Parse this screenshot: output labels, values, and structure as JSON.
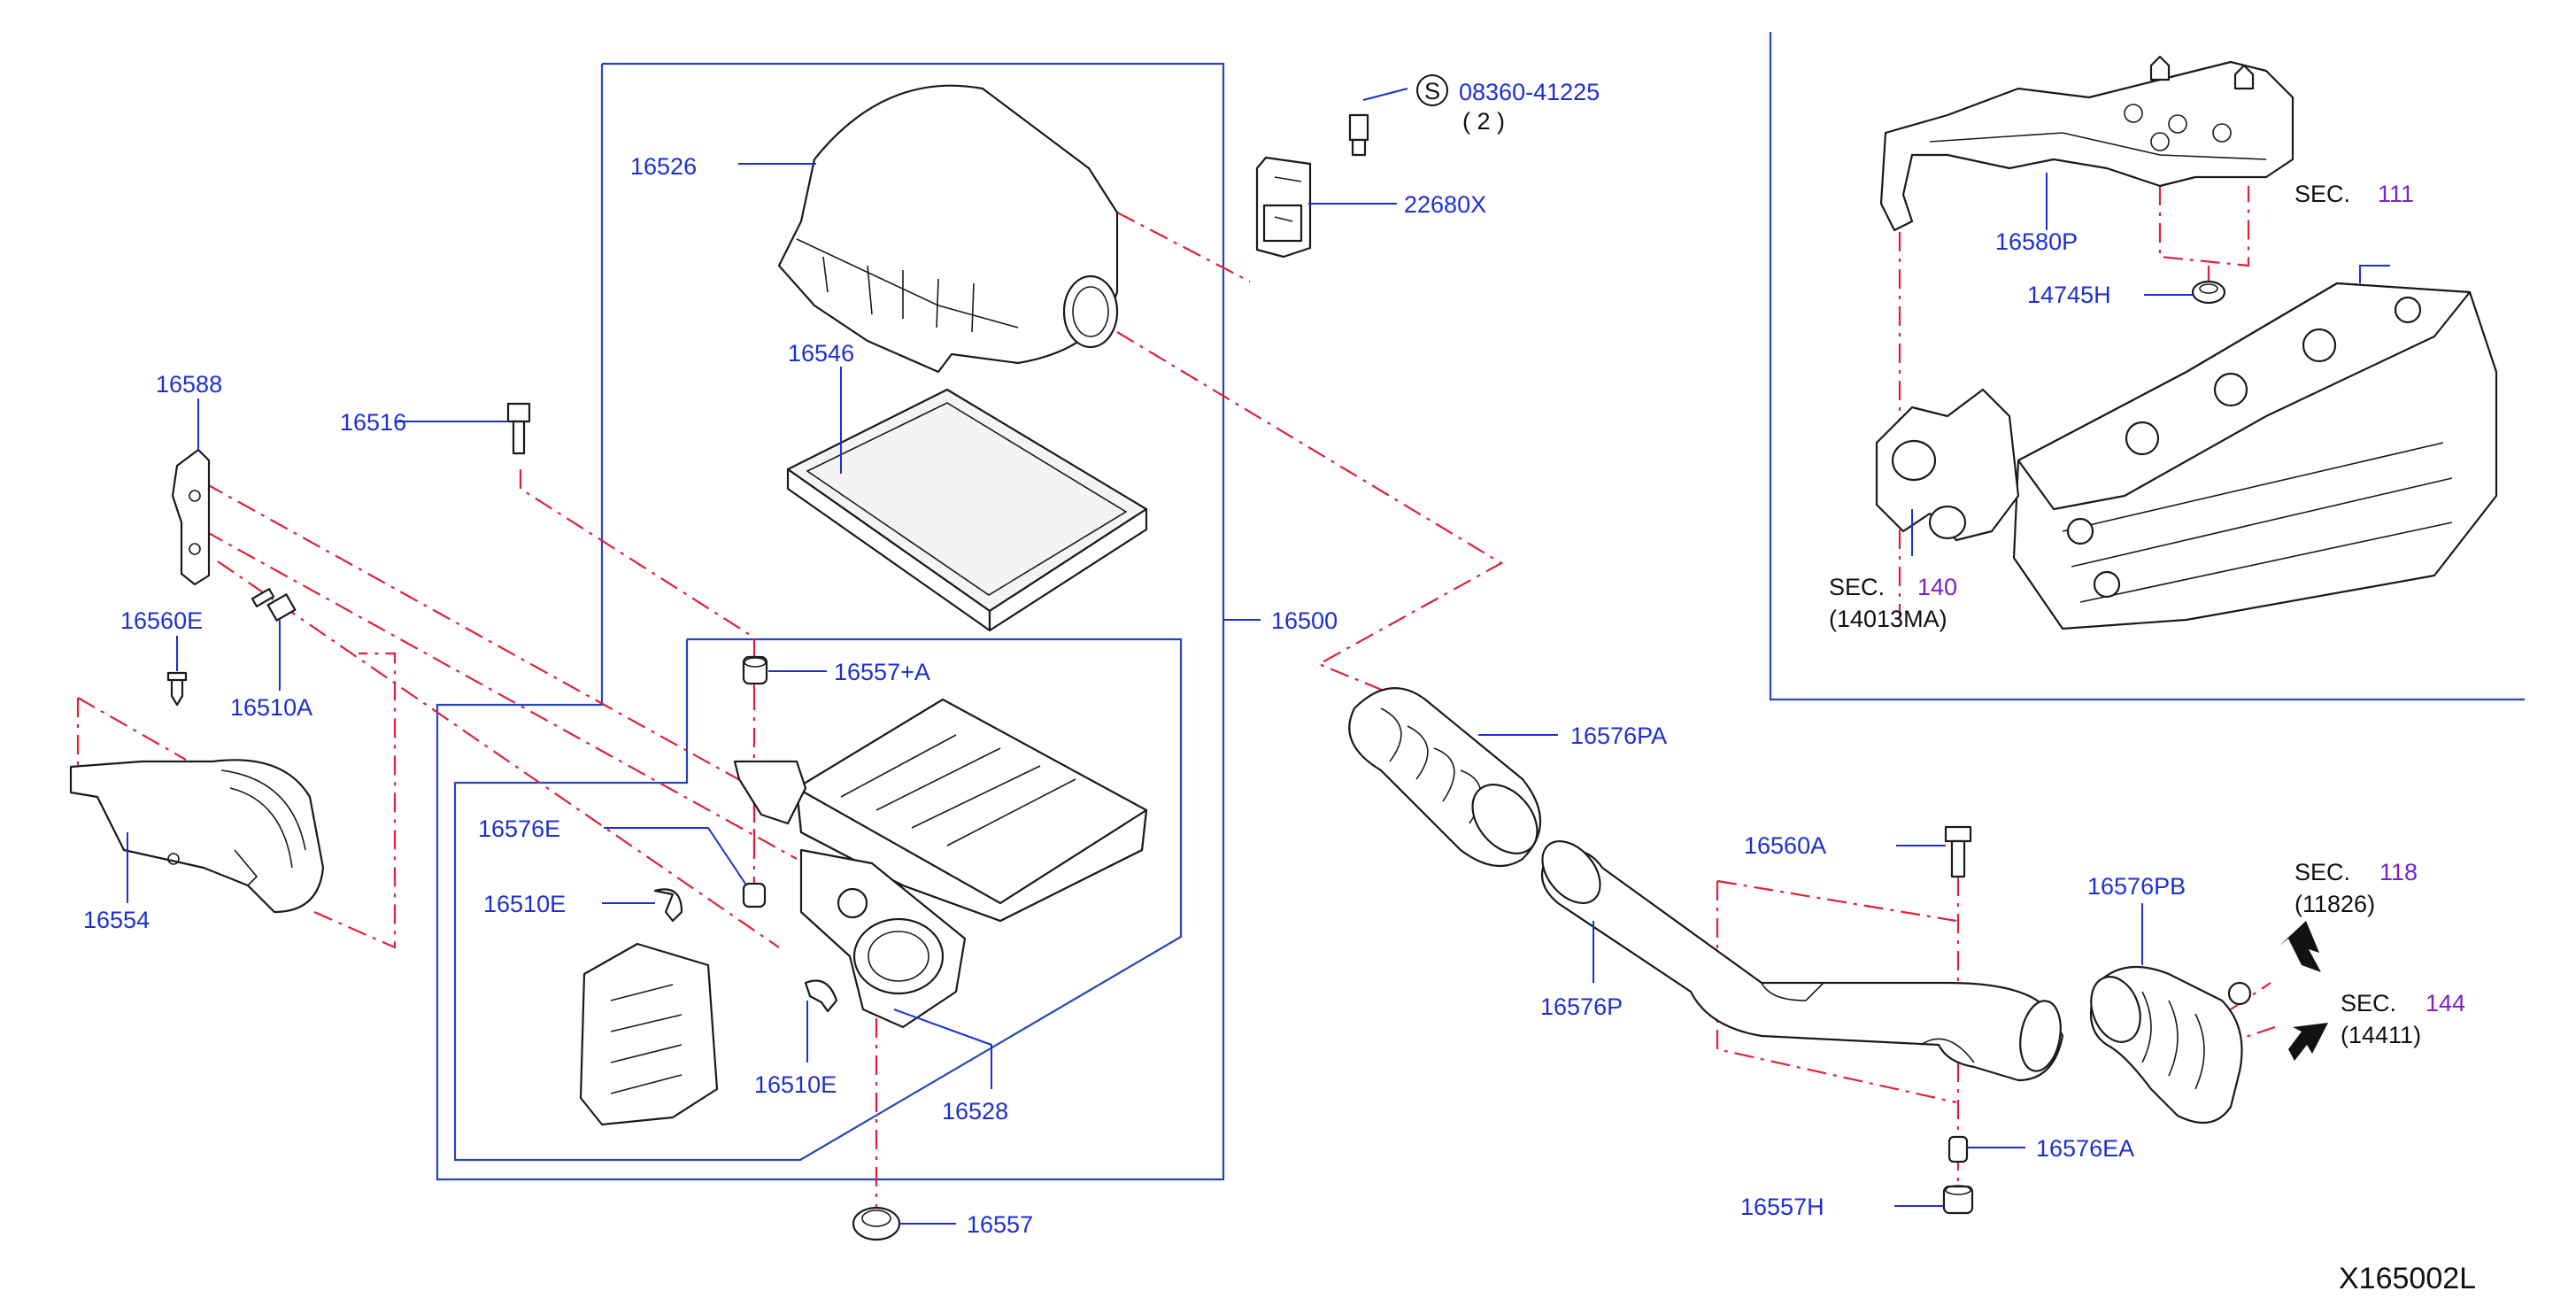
{
  "diagram": {
    "reference_code": "X165002L",
    "labels": {
      "p16526": "16526",
      "p08360": "08360-41225",
      "p08360_qty": "( 2 )",
      "p08360_symbol": "S",
      "p22680x": "22680X",
      "p16546": "16546",
      "p16588": "16588",
      "p16516": "16516",
      "p16560e": "16560E",
      "p16510a": "16510A",
      "p16554": "16554",
      "p16557a": "16557+A",
      "p16500": "16500",
      "p16576e": "16576E",
      "p16510e_top": "16510E",
      "p16510e_bot": "16510E",
      "p16528": "16528",
      "p16557": "16557",
      "p16576pa": "16576PA",
      "p16560a": "16560A",
      "p16576p": "16576P",
      "p16576pb": "16576PB",
      "p16576ea": "16576EA",
      "p16557h": "16557H",
      "p16580p": "16580P",
      "p14745h": "14745H"
    },
    "sections": {
      "s111": {
        "prefix": "SEC.",
        "number": "111"
      },
      "s140": {
        "prefix": "SEC.",
        "number": "140",
        "code": "(14013MA)"
      },
      "s118": {
        "prefix": "SEC.",
        "number": "118",
        "code": "(11826)"
      },
      "s144": {
        "prefix": "SEC.",
        "number": "144",
        "code": "(14411)"
      }
    },
    "colors": {
      "label_blue": "#1c2fd6",
      "section_purple": "#7a22c8",
      "centerline_red": "#e0203a",
      "frame_blue": "#2746b8",
      "line_black": "#1a1a1a"
    }
  }
}
